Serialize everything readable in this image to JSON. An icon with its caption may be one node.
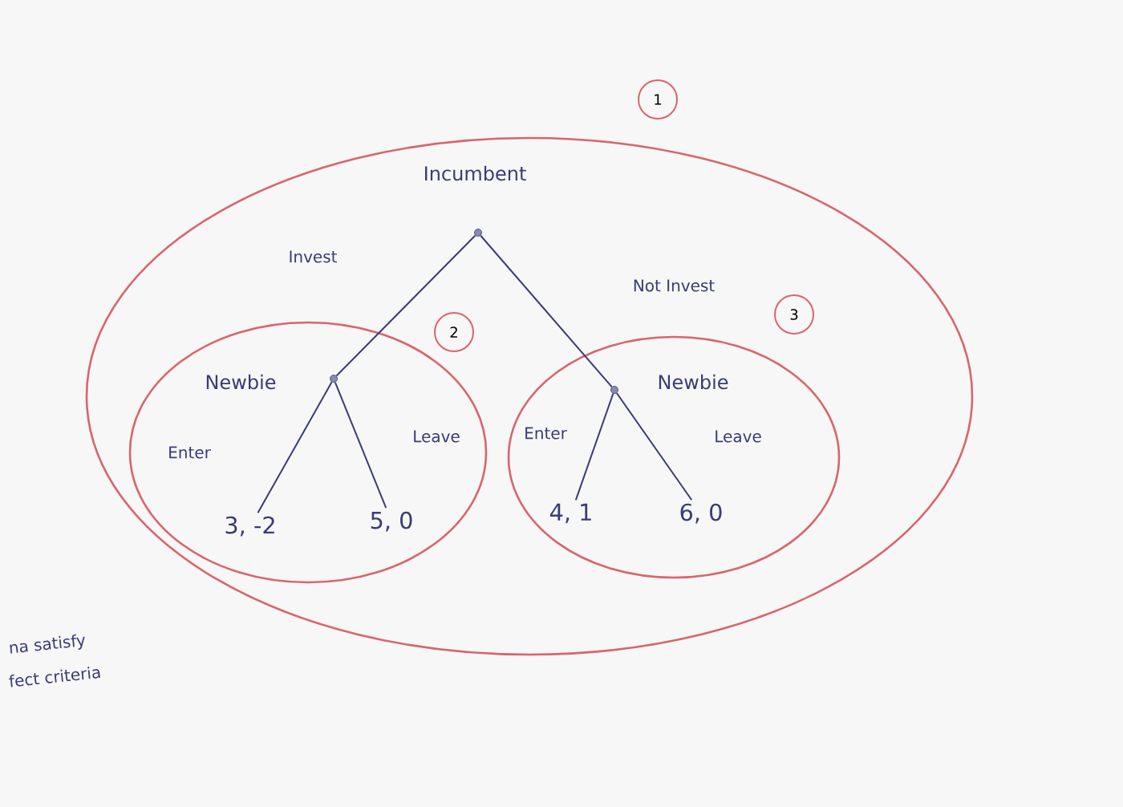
{
  "diagram": {
    "nodes": [
      {
        "text": [],
        "shape": "ellipse",
        "beside": [
          "1"
        ]
      },
      {
        "text": [
          "Incumbent"
        ],
        "in": 0
      },
      {
        "text": [],
        "shape": "ellipse",
        "in": 0,
        "beside": [
          "2"
        ]
      },
      {
        "text": [
          "Newbie"
        ],
        "in": 2
      },
      {
        "text": [
          "3, -2"
        ],
        "in": 2
      },
      {
        "text": [
          "5, 0"
        ],
        "in": 2
      },
      {
        "text": [],
        "shape": "ellipse",
        "in": 0,
        "beside": [
          "3"
        ]
      },
      {
        "text": [
          "Newbie"
        ],
        "in": 6
      },
      {
        "text": [
          "4, 1"
        ],
        "in": 6
      },
      {
        "text": [
          "6, 0"
        ],
        "in": 6
      }
    ],
    "edges": [
      {
        "from": 1,
        "to": 3,
        "arrow": "none",
        "label": "Invest"
      },
      {
        "from": 1,
        "to": 7,
        "arrow": "none",
        "label": "Not Invest"
      },
      {
        "from": 3,
        "to": 4,
        "arrow": "none",
        "label": "Enter"
      },
      {
        "from": 3,
        "to": 5,
        "arrow": "none",
        "label": "Leave"
      },
      {
        "from": 7,
        "to": 8,
        "arrow": "none",
        "label": "Enter"
      },
      {
        "from": 7,
        "to": 9,
        "arrow": "none",
        "label": "Leave"
      }
    ],
    "labels": [
      "na satisfy",
      "fect criteria"
    ]
  }
}
